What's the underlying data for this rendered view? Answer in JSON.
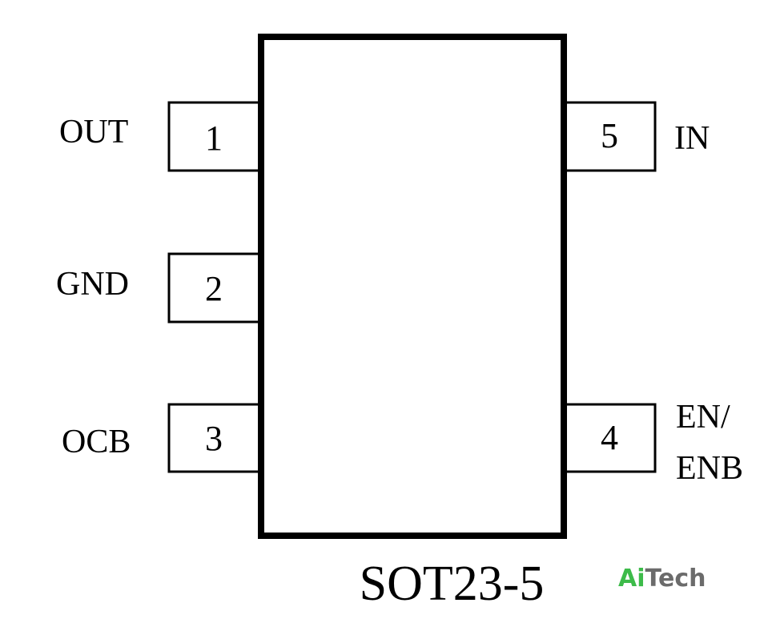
{
  "package": {
    "name": "SOT23-5"
  },
  "pins": [
    {
      "number": "1",
      "label_lines": [
        "OUT"
      ]
    },
    {
      "number": "2",
      "label_lines": [
        "GND"
      ]
    },
    {
      "number": "3",
      "label_lines": [
        "OCB"
      ]
    },
    {
      "number": "4",
      "label_lines": [
        "EN/",
        "ENB"
      ]
    },
    {
      "number": "5",
      "label_lines": [
        "IN"
      ]
    }
  ],
  "watermark": {
    "part1": "Ai",
    "part2": "Tech",
    "color1": "#3dbb4a",
    "color2": "#6b6b6b"
  },
  "colors": {
    "stroke": "#000000",
    "background": "#ffffff"
  }
}
